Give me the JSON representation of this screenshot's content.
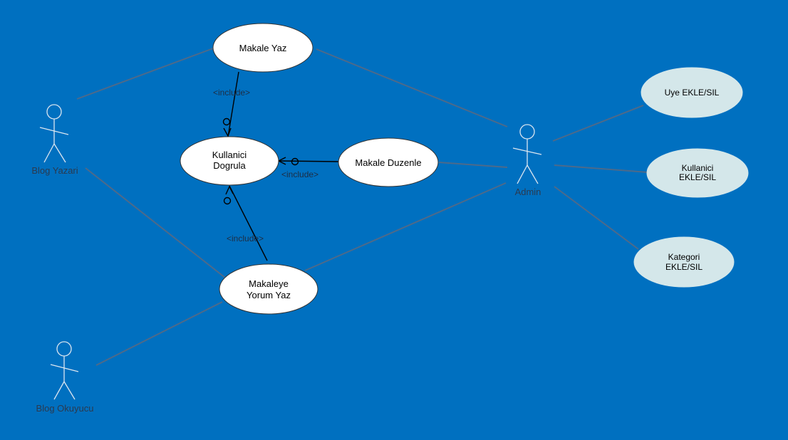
{
  "diagram": {
    "actors": {
      "blog_yazari": "Blog Yazari",
      "blog_okuyucu": "Blog Okuyucu",
      "admin": "Admin"
    },
    "use_cases": {
      "makale_yaz": [
        "Makale Yaz"
      ],
      "kullanici_dogrula": [
        "Kullanici",
        "Dogrula"
      ],
      "makale_duzenle": [
        "Makale Duzenle"
      ],
      "makaleye_yorum_yaz": [
        "Makaleye",
        "Yorum Yaz"
      ],
      "uye_ekle_sil": [
        "Uye EKLE/SIL"
      ],
      "kullanici_ekle_sil": [
        "Kullanici",
        "EKLE/SIL"
      ],
      "kategori_ekle_sil": [
        "Kategori",
        "EKLE/SIL"
      ]
    },
    "include_labels": {
      "from_makale_yaz": "<include>",
      "from_makale_duzenle": "<include>",
      "from_yorum_yaz": "<include>"
    },
    "colors": {
      "background": "#0070c0",
      "use_case_fill": "#ffffff",
      "admin_use_case_fill": "#d4e7ea",
      "line": "#4d6a8a",
      "actor_stroke": "#dbe6f0"
    }
  }
}
